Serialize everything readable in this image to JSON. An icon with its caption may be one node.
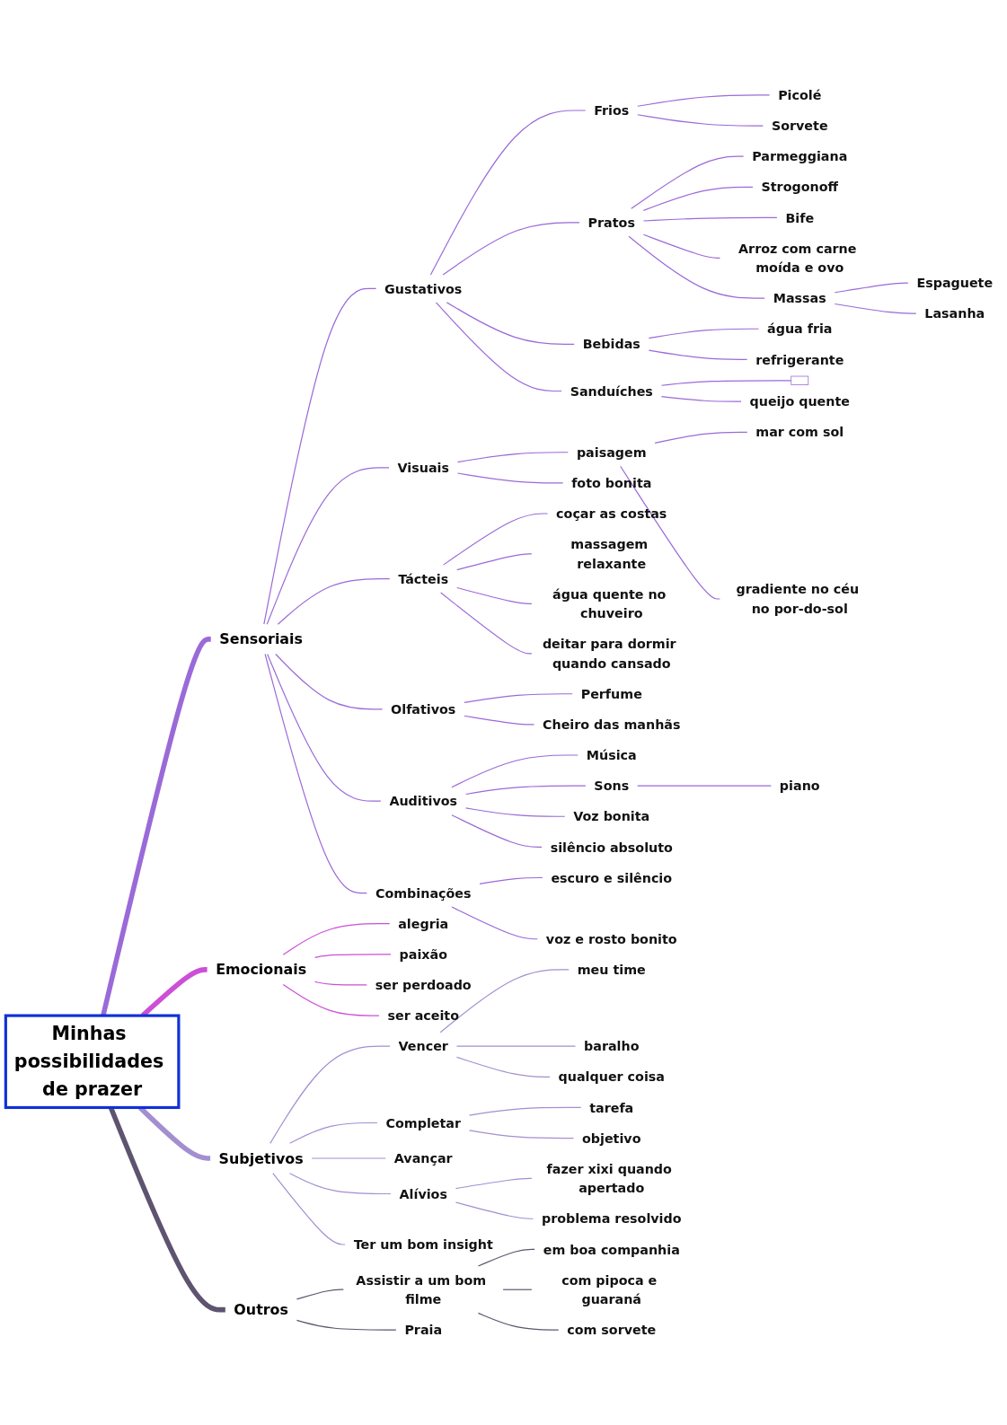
{
  "diagram": {
    "nodes": [
      {
        "text": [
          "Minhas possibilidades de prazer"
        ]
      },
      {
        "text": [
          "Sensoriais"
        ]
      },
      {
        "text": [
          "Gustativos"
        ]
      },
      {
        "text": [
          "Frios"
        ]
      },
      {
        "text": [
          "Picolé"
        ]
      },
      {
        "text": [
          "Sorvete"
        ]
      },
      {
        "text": [
          "Pratos"
        ]
      },
      {
        "text": [
          "Parmeggiana"
        ]
      },
      {
        "text": [
          "Strogonoff"
        ]
      },
      {
        "text": [
          "Bife"
        ]
      },
      {
        "text": [
          "Arroz com carne moída e ovo"
        ]
      },
      {
        "text": [
          "Massas"
        ]
      },
      {
        "text": [
          "Espaguete"
        ]
      },
      {
        "text": [
          "Lasanha"
        ]
      },
      {
        "text": [
          "Bebidas"
        ]
      },
      {
        "text": [
          "água fria"
        ]
      },
      {
        "text": [
          "refrigerante"
        ]
      },
      {
        "text": [
          "Sanduíches"
        ]
      },
      {
        "text": [],
        "shape": "box"
      },
      {
        "text": [
          "queijo quente"
        ]
      },
      {
        "text": [
          "Visuais"
        ]
      },
      {
        "text": [
          "paisagem"
        ]
      },
      {
        "text": [
          "mar com sol"
        ]
      },
      {
        "text": [
          "gradiente no céu no por-do-sol"
        ]
      },
      {
        "text": [
          "foto bonita"
        ]
      },
      {
        "text": [
          "Tácteis"
        ]
      },
      {
        "text": [
          "coçar as costas"
        ]
      },
      {
        "text": [
          "massagem relaxante"
        ]
      },
      {
        "text": [
          "água quente no chuveiro"
        ]
      },
      {
        "text": [
          "deitar para dormir quando cansado"
        ]
      },
      {
        "text": [
          "Olfativos"
        ]
      },
      {
        "text": [
          "Perfume"
        ]
      },
      {
        "text": [
          "Cheiro das manhãs"
        ]
      },
      {
        "text": [
          "Auditivos"
        ]
      },
      {
        "text": [
          "Música"
        ]
      },
      {
        "text": [
          "Sons"
        ]
      },
      {
        "text": [
          "piano"
        ]
      },
      {
        "text": [
          "Voz bonita"
        ]
      },
      {
        "text": [
          "silêncio absoluto"
        ]
      },
      {
        "text": [
          "Combinações"
        ]
      },
      {
        "text": [
          "escuro e silêncio"
        ]
      },
      {
        "text": [
          "voz e rosto bonito"
        ]
      },
      {
        "text": [
          "Emocionais"
        ]
      },
      {
        "text": [
          "alegria"
        ]
      },
      {
        "text": [
          "paixão"
        ]
      },
      {
        "text": [
          "ser perdoado"
        ]
      },
      {
        "text": [
          "ser aceito"
        ]
      },
      {
        "text": [
          "Subjetivos"
        ]
      },
      {
        "text": [
          "Vencer"
        ]
      },
      {
        "text": [
          "meu time"
        ]
      },
      {
        "text": [
          "baralho"
        ]
      },
      {
        "text": [
          "qualquer coisa"
        ]
      },
      {
        "text": [
          "Completar"
        ]
      },
      {
        "text": [
          "tarefa"
        ]
      },
      {
        "text": [
          "objetivo"
        ]
      },
      {
        "text": [
          "Avançar"
        ]
      },
      {
        "text": [
          "Alívios"
        ]
      },
      {
        "text": [
          "fazer xixi quando apertado"
        ]
      },
      {
        "text": [
          "problema resolvido"
        ]
      },
      {
        "text": [
          "Ter um bom insight"
        ]
      },
      {
        "text": [
          "Outros"
        ]
      },
      {
        "text": [
          "Assistir a um bom filme"
        ]
      },
      {
        "text": [
          "em boa companhia"
        ]
      },
      {
        "text": [
          "com pipoca e guaraná"
        ]
      },
      {
        "text": [
          "com sorvete"
        ]
      },
      {
        "text": [
          "Praia"
        ]
      }
    ],
    "edges": [
      {
        "from": 0,
        "to": 1,
        "arrow": "none",
        "style": "thick"
      },
      {
        "from": 1,
        "to": 2,
        "arrow": "none"
      },
      {
        "from": 2,
        "to": 3,
        "arrow": "none"
      },
      {
        "from": 3,
        "to": 4,
        "arrow": "none"
      },
      {
        "from": 3,
        "to": 5,
        "arrow": "none"
      },
      {
        "from": 2,
        "to": 6,
        "arrow": "none"
      },
      {
        "from": 6,
        "to": 7,
        "arrow": "none"
      },
      {
        "from": 6,
        "to": 8,
        "arrow": "none"
      },
      {
        "from": 6,
        "to": 9,
        "arrow": "none"
      },
      {
        "from": 6,
        "to": 10,
        "arrow": "none"
      },
      {
        "from": 6,
        "to": 11,
        "arrow": "none"
      },
      {
        "from": 11,
        "to": 12,
        "arrow": "none"
      },
      {
        "from": 11,
        "to": 13,
        "arrow": "none"
      },
      {
        "from": 2,
        "to": 14,
        "arrow": "none"
      },
      {
        "from": 14,
        "to": 15,
        "arrow": "none"
      },
      {
        "from": 14,
        "to": 16,
        "arrow": "none"
      },
      {
        "from": 2,
        "to": 17,
        "arrow": "none"
      },
      {
        "from": 17,
        "to": 18,
        "arrow": "none"
      },
      {
        "from": 17,
        "to": 19,
        "arrow": "none"
      },
      {
        "from": 1,
        "to": 20,
        "arrow": "none"
      },
      {
        "from": 20,
        "to": 21,
        "arrow": "none"
      },
      {
        "from": 21,
        "to": 22,
        "arrow": "none"
      },
      {
        "from": 21,
        "to": 23,
        "arrow": "none"
      },
      {
        "from": 20,
        "to": 24,
        "arrow": "none"
      },
      {
        "from": 1,
        "to": 25,
        "arrow": "none"
      },
      {
        "from": 25,
        "to": 26,
        "arrow": "none"
      },
      {
        "from": 25,
        "to": 27,
        "arrow": "none"
      },
      {
        "from": 25,
        "to": 28,
        "arrow": "none"
      },
      {
        "from": 25,
        "to": 29,
        "arrow": "none"
      },
      {
        "from": 1,
        "to": 30,
        "arrow": "none"
      },
      {
        "from": 30,
        "to": 31,
        "arrow": "none"
      },
      {
        "from": 30,
        "to": 32,
        "arrow": "none"
      },
      {
        "from": 1,
        "to": 33,
        "arrow": "none"
      },
      {
        "from": 33,
        "to": 34,
        "arrow": "none"
      },
      {
        "from": 33,
        "to": 35,
        "arrow": "none"
      },
      {
        "from": 35,
        "to": 36,
        "arrow": "none"
      },
      {
        "from": 33,
        "to": 37,
        "arrow": "none"
      },
      {
        "from": 33,
        "to": 38,
        "arrow": "none"
      },
      {
        "from": 1,
        "to": 39,
        "arrow": "none"
      },
      {
        "from": 39,
        "to": 40,
        "arrow": "none"
      },
      {
        "from": 39,
        "to": 41,
        "arrow": "none"
      },
      {
        "from": 0,
        "to": 42,
        "arrow": "none",
        "style": "thick",
        "color": "#cc4fd6"
      },
      {
        "from": 42,
        "to": 43,
        "arrow": "none",
        "color": "#cc4fd6"
      },
      {
        "from": 42,
        "to": 44,
        "arrow": "none",
        "color": "#cc4fd6"
      },
      {
        "from": 42,
        "to": 45,
        "arrow": "none",
        "color": "#cc4fd6"
      },
      {
        "from": 42,
        "to": 46,
        "arrow": "none",
        "color": "#cc4fd6"
      },
      {
        "from": 0,
        "to": 47,
        "arrow": "none",
        "style": "thick",
        "color": "#a38fd0"
      },
      {
        "from": 47,
        "to": 48,
        "arrow": "none",
        "color": "#a38fd0"
      },
      {
        "from": 48,
        "to": 49,
        "arrow": "none",
        "color": "#a38fd0"
      },
      {
        "from": 48,
        "to": 50,
        "arrow": "none",
        "color": "#a38fd0"
      },
      {
        "from": 48,
        "to": 51,
        "arrow": "none",
        "color": "#a38fd0"
      },
      {
        "from": 47,
        "to": 52,
        "arrow": "none",
        "color": "#a38fd0"
      },
      {
        "from": 52,
        "to": 53,
        "arrow": "none",
        "color": "#a38fd0"
      },
      {
        "from": 52,
        "to": 54,
        "arrow": "none",
        "color": "#a38fd0"
      },
      {
        "from": 47,
        "to": 55,
        "arrow": "none",
        "color": "#a38fd0"
      },
      {
        "from": 47,
        "to": 56,
        "arrow": "none",
        "color": "#a38fd0"
      },
      {
        "from": 56,
        "to": 57,
        "arrow": "none",
        "color": "#a38fd0"
      },
      {
        "from": 56,
        "to": 58,
        "arrow": "none",
        "color": "#a38fd0"
      },
      {
        "from": 47,
        "to": 59,
        "arrow": "none",
        "color": "#a38fd0"
      },
      {
        "from": 0,
        "to": 60,
        "arrow": "none",
        "style": "thick",
        "color": "#5e5470"
      },
      {
        "from": 60,
        "to": 61,
        "arrow": "none",
        "color": "#5e5470"
      },
      {
        "from": 61,
        "to": 62,
        "arrow": "none",
        "color": "#5e5470"
      },
      {
        "from": 61,
        "to": 63,
        "arrow": "none",
        "color": "#5e5470"
      },
      {
        "from": 61,
        "to": 64,
        "arrow": "none",
        "color": "#5e5470"
      },
      {
        "from": 60,
        "to": 65,
        "arrow": "none",
        "color": "#5e5470"
      }
    ]
  }
}
